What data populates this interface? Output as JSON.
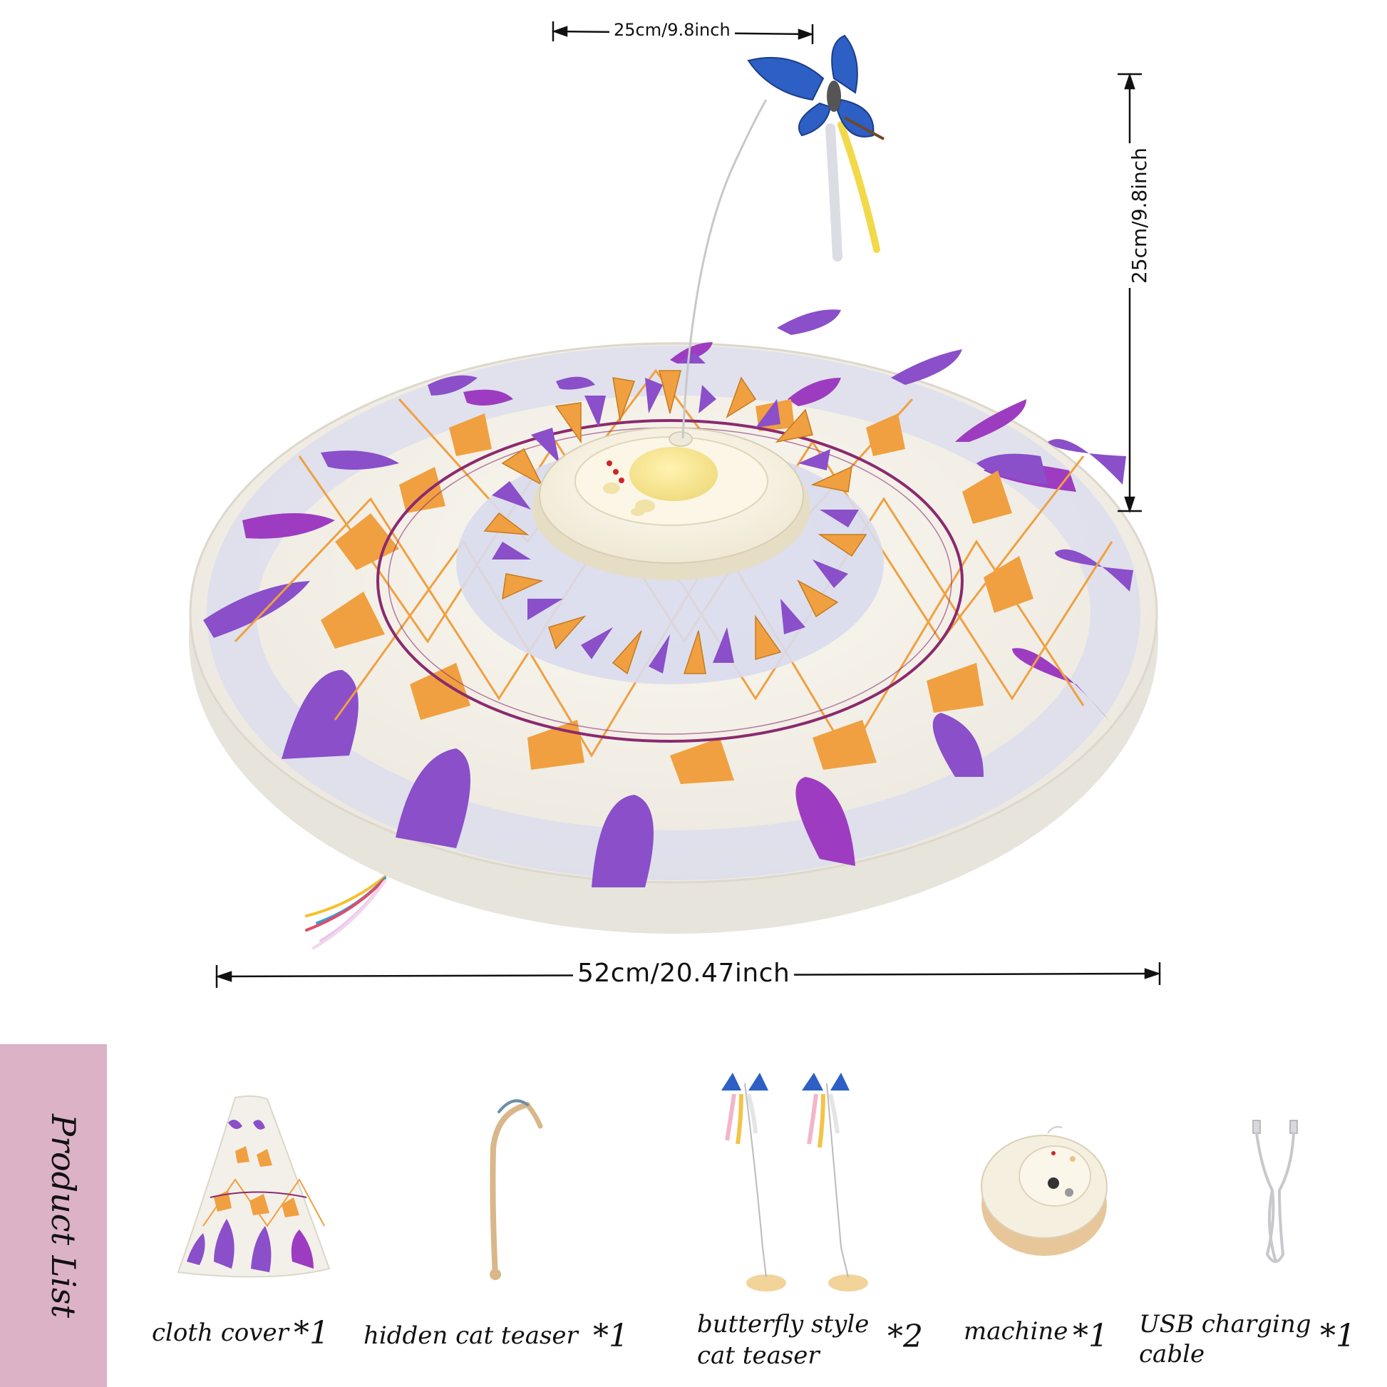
{
  "dimensions": {
    "width_top": "25cm/9.8inch",
    "height_side": "25cm/9.8inch",
    "diameter": "52cm/20.47inch"
  },
  "product_list": {
    "title": "Product List",
    "items": [
      {
        "label": "cloth cover",
        "qty": "*1"
      },
      {
        "label": "hidden cat teaser",
        "qty": "*1"
      },
      {
        "label_line1": "butterfly style",
        "label_line2": "cat teaser",
        "qty": "*2"
      },
      {
        "label": "machine",
        "qty": "*1"
      },
      {
        "label_line1": "USB charging",
        "label_line2": "cable",
        "qty": "*1"
      }
    ]
  },
  "colors": {
    "purple": "#8a4fc9",
    "orange": "#f0a040",
    "magenta": "#8b2a6e",
    "lavender": "#d9dced",
    "tab_pink": "#dcb2c7",
    "butterfly_blue": "#2d5fc4"
  }
}
